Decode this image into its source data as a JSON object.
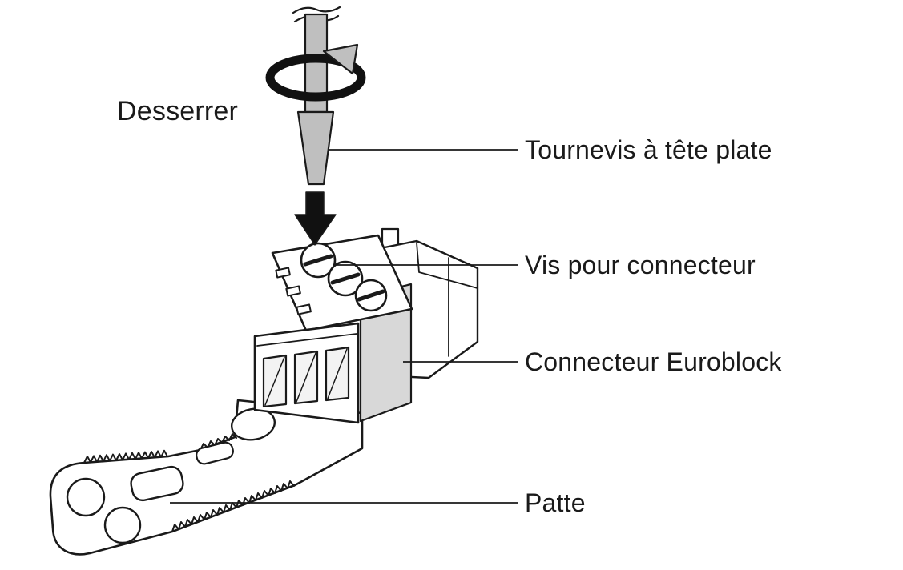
{
  "figure": {
    "action_label": "Desserrer",
    "callouts": [
      {
        "target": "screwdriver",
        "text": "Tournevis à tête plate"
      },
      {
        "target": "connector-screw",
        "text": "Vis pour connecteur"
      },
      {
        "target": "connector",
        "text": "Connecteur Euroblock"
      },
      {
        "target": "tab",
        "text": "Patte"
      }
    ]
  },
  "colors": {
    "outline": "#1a1a1a",
    "screwdriver_gray": "#bfbfbf",
    "panel_gray": "#d8d8d8",
    "arrow_black": "#111111",
    "background": "#ffffff"
  }
}
